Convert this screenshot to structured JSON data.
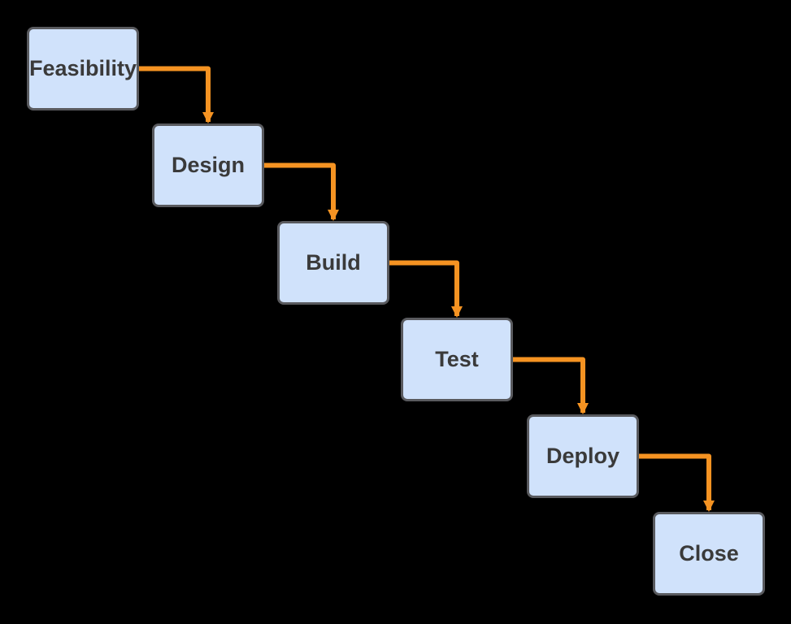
{
  "diagram": {
    "type": "flowchart"
  },
  "nodes": [
    {
      "label": "Feasibility"
    },
    {
      "label": "Design"
    },
    {
      "label": "Build"
    },
    {
      "label": "Test"
    },
    {
      "label": "Deploy"
    },
    {
      "label": "Close"
    }
  ],
  "connections": [
    {
      "from": "Feasibility",
      "to": "Design"
    },
    {
      "from": "Design",
      "to": "Build"
    },
    {
      "from": "Build",
      "to": "Test"
    },
    {
      "from": "Test",
      "to": "Deploy"
    },
    {
      "from": "Deploy",
      "to": "Close"
    }
  ],
  "colors": {
    "background": "#000000",
    "node_fill": "#d0e2fb",
    "node_border": "#595a5e",
    "node_text": "#3a3a3a",
    "arrow": "#f59322"
  }
}
